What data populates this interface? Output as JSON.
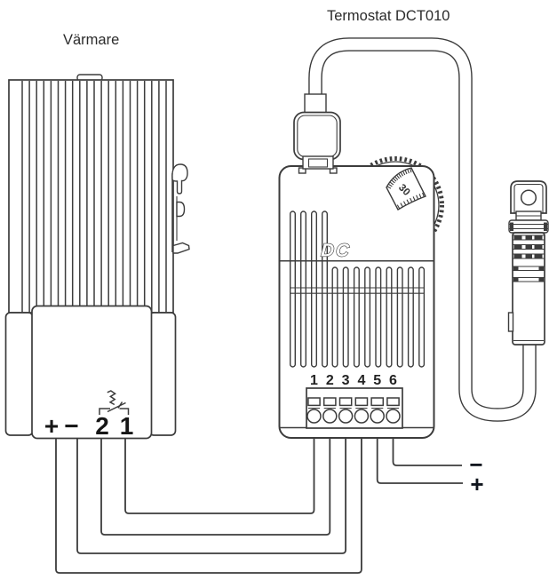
{
  "diagram": {
    "heater": {
      "title": "Värmare",
      "terminals": [
        "+",
        "−",
        "2",
        "1"
      ]
    },
    "thermostat": {
      "title": "Termostat DCT010",
      "logo": "DC",
      "dial_value": "30",
      "terminal_numbers": [
        "1",
        "2",
        "3",
        "4",
        "5",
        "6"
      ]
    },
    "supply": {
      "minus": "−",
      "plus": "+"
    }
  },
  "colors": {
    "line": "#3c3c3c",
    "text": "#1f1f1f",
    "background": "#ffffff"
  }
}
